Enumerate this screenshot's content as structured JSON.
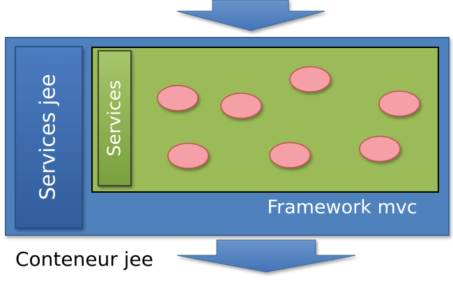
{
  "diagram": {
    "container_label": "Conteneur jee",
    "framework_label": "Framework mvc",
    "services_jee_label": "Services jee",
    "services_label": "Services",
    "component_count": 7
  },
  "colors": {
    "container_fill": "#4f81bd",
    "container_stroke": "#3a6595",
    "services_jee_fill": "#3f6fb4",
    "framework_fill": "#9bbb59",
    "services_fill": "#8aae48",
    "component_fill": "#f4a0a6",
    "component_stroke": "#c0504d",
    "arrow_fill": "#4f81bd",
    "text_light": "#ffffff",
    "text_dark": "#000000"
  }
}
